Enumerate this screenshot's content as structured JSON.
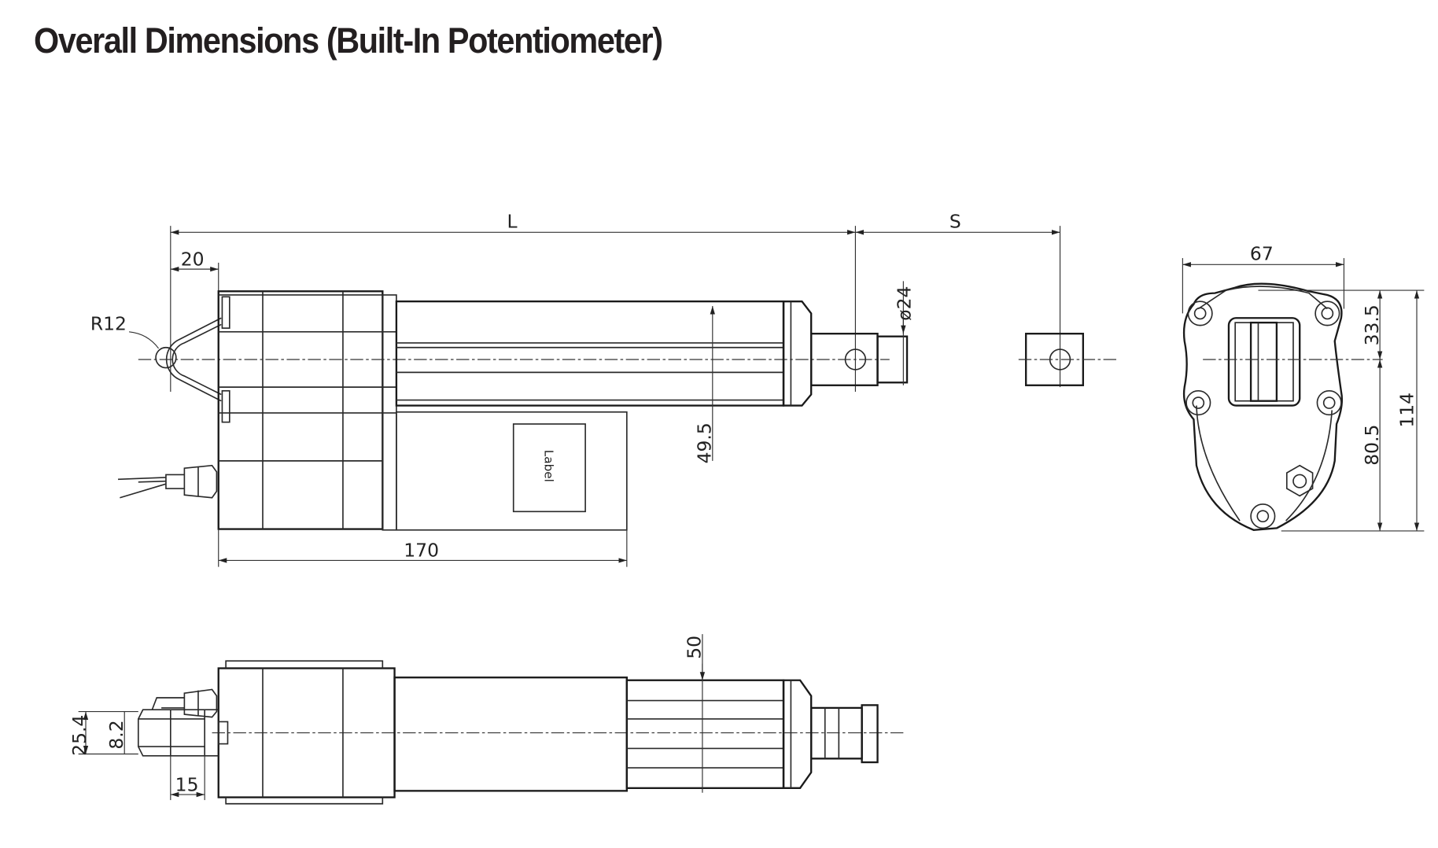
{
  "title": "Overall Dimensions (Built-In Potentiometer)",
  "top_view": {
    "length_label": "L",
    "stroke_label": "S",
    "clevis_offset": "20",
    "clevis_radius": "R12",
    "rod_diameter": "ø24",
    "height_offset": "49.5",
    "motor_length": "170",
    "label_box": "Label"
  },
  "end_view": {
    "width": "67",
    "upper_height": "33.5",
    "lower_height": "80.5",
    "total_height": "114"
  },
  "side_view": {
    "tube_width": "50",
    "clevis_width": "25.4",
    "slot_width": "8.2",
    "clevis_depth": "15"
  }
}
